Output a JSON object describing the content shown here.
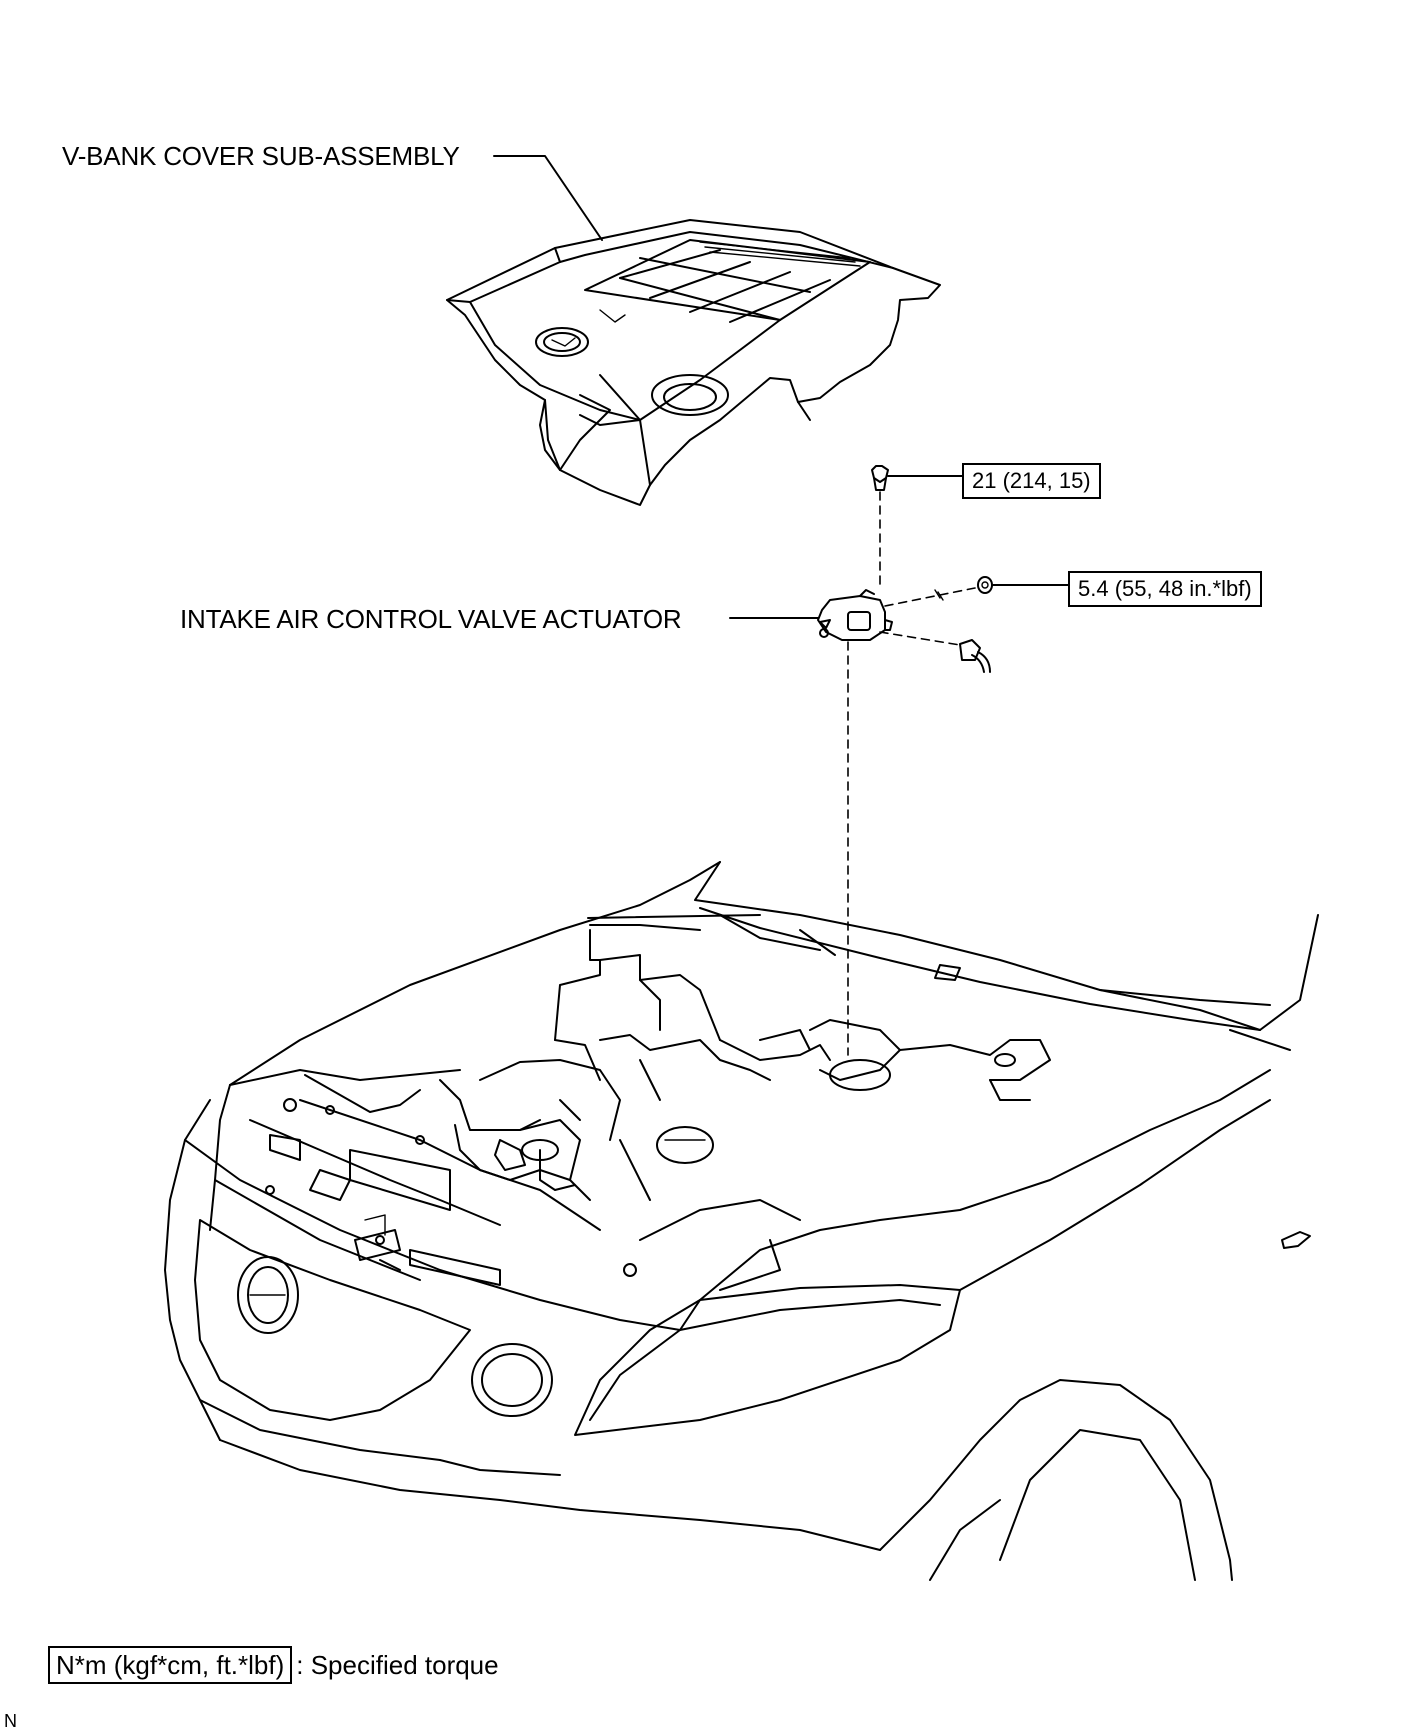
{
  "labels": {
    "v_bank_cover": "V-BANK COVER SUB-ASSEMBLY",
    "intake_actuator": "INTAKE AIR CONTROL VALVE ACTUATOR"
  },
  "torques": {
    "bolt": "21 (214, 15)",
    "nut": "5.4 (55, 48 in.*lbf)"
  },
  "legend": {
    "unit_box": "N*m (kgf*cm, ft.*lbf)",
    "description": ": Specified torque"
  },
  "corner_mark": "N"
}
